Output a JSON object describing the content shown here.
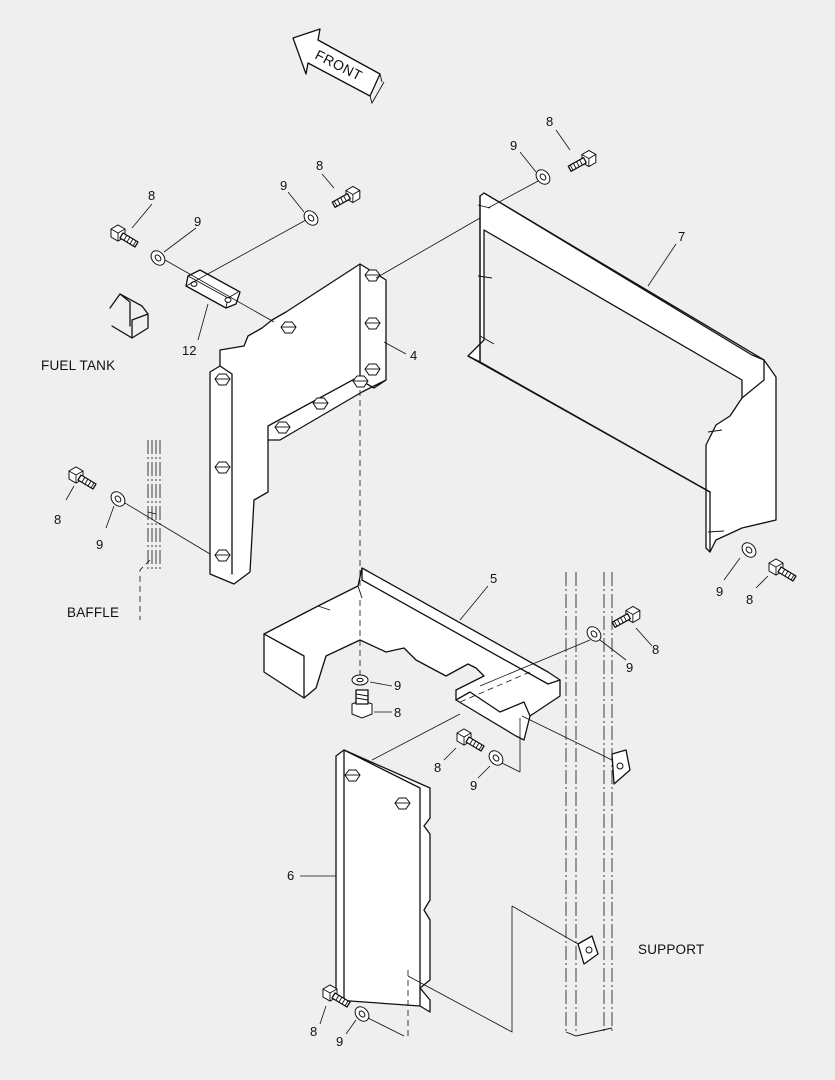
{
  "diagram": {
    "front_arrow": "FRONT",
    "labels": {
      "fuel_tank": "FUEL TANK",
      "baffle": "BAFFLE",
      "support": "SUPPORT"
    },
    "callouts": {
      "c8_top_right": "8",
      "c9_top_right": "9",
      "c7": "7",
      "c8_top_mid": "8",
      "c9_top_mid": "9",
      "c8_top_left": "8",
      "c9_top_left": "9",
      "c12": "12",
      "c4": "4",
      "c8_left": "8",
      "c9_left": "9",
      "c9_right": "9",
      "c8_right": "8",
      "c5": "5",
      "c9_mid_right": "9",
      "c8_mid_right": "8",
      "c9_center": "9",
      "c8_center": "8",
      "c8_lower": "8",
      "c9_lower": "9",
      "c6": "6",
      "c8_bottom": "8",
      "c9_bottom": "9"
    }
  }
}
